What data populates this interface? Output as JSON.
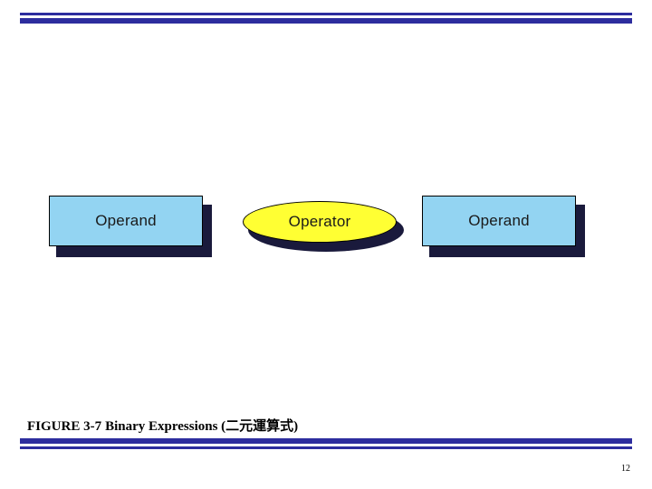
{
  "slide": {
    "caption": {
      "figure_id": "FIGURE 3-7",
      "title": "Binary Expressions (二元運算式)"
    },
    "page_number": "12",
    "colors": {
      "rule": "#2d2d9e",
      "operand_fill": "#93d4f2",
      "operator_fill": "#ffff33",
      "shadow": "#1a1a3c",
      "outline": "#000000"
    }
  },
  "diagram": {
    "type": "expression-tree-row",
    "nodes": [
      {
        "id": "operand-left",
        "label": "Operand",
        "shape": "rectangle"
      },
      {
        "id": "operator",
        "label": "Operator",
        "shape": "ellipse"
      },
      {
        "id": "operand-right",
        "label": "Operand",
        "shape": "rectangle"
      }
    ]
  }
}
